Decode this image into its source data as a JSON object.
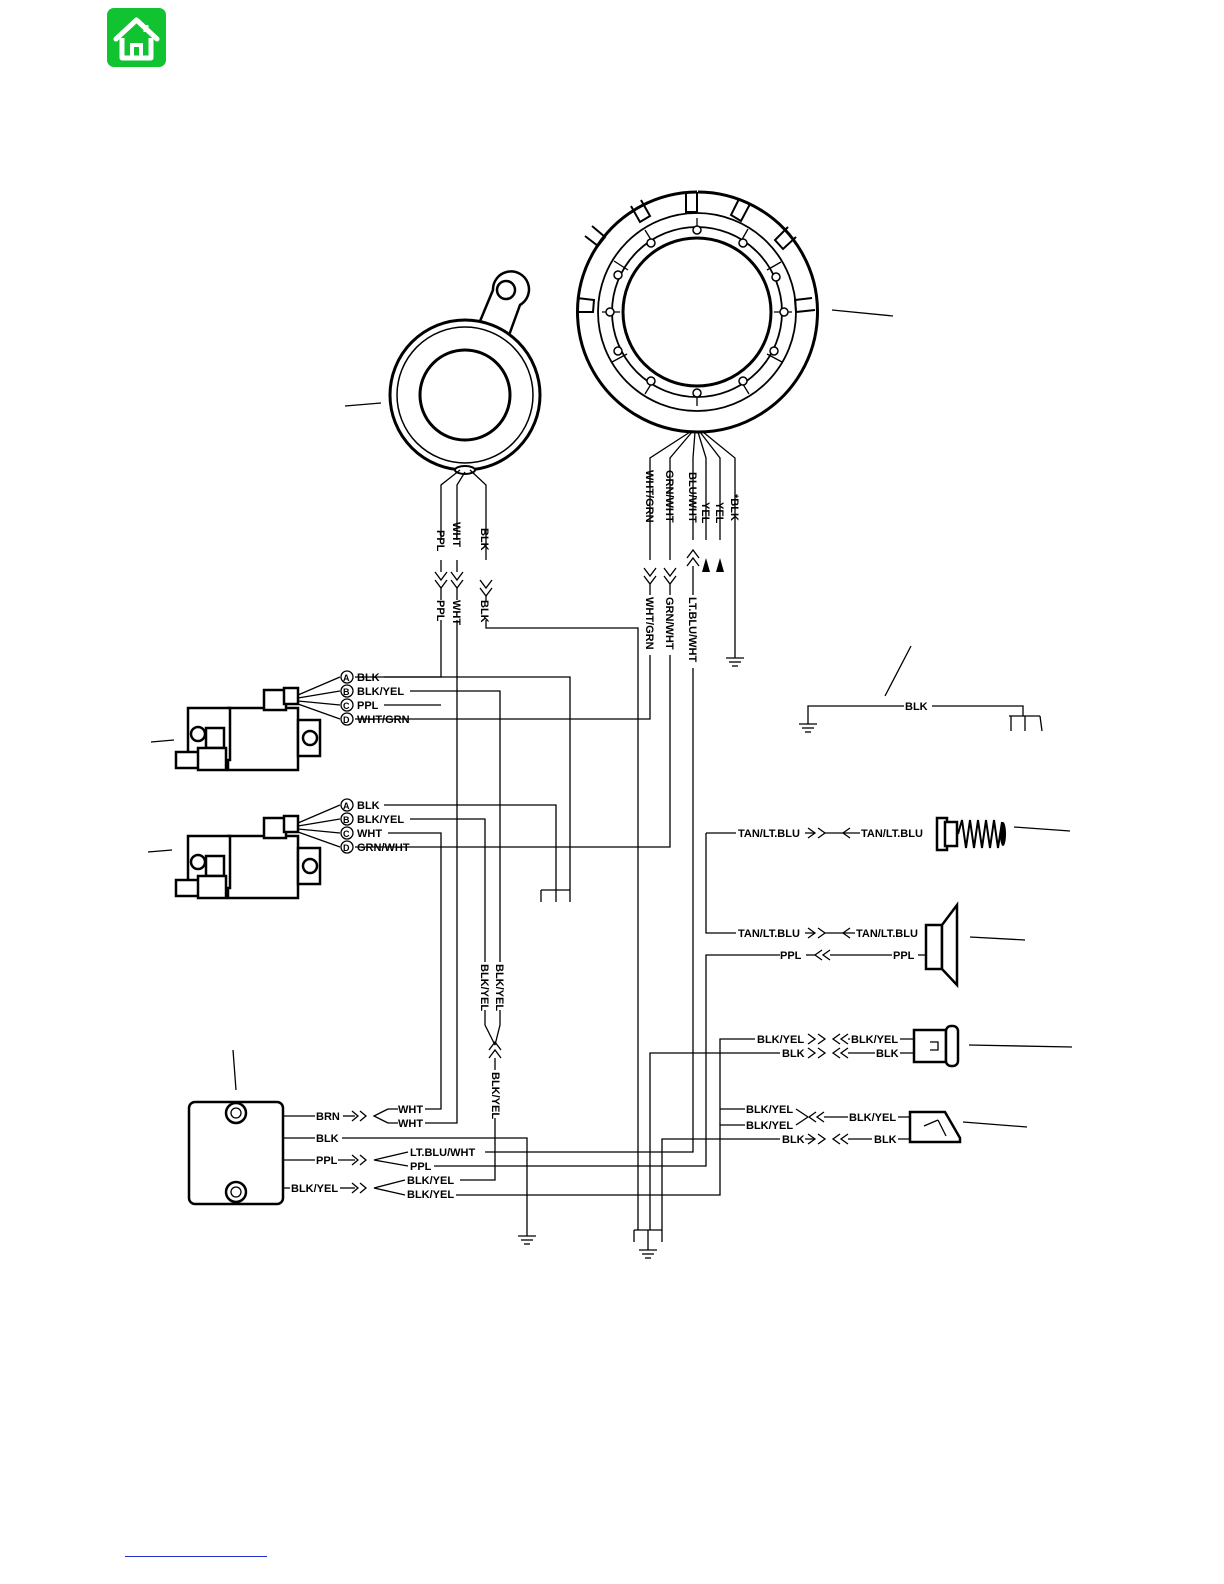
{
  "header": {
    "home_icon": "home-icon",
    "home_color": "#11c331"
  },
  "wire_colors": {
    "blk": "BLK",
    "blk_yel": "BLK/YEL",
    "ppl": "PPL",
    "wht": "WHT",
    "wht_grn": "WHT/GRN",
    "grn_wht": "GRN/WHT",
    "blu_wht": "BLU/WHT",
    "yel": "YEL",
    "lt_blu_wht": "LT.BLU/WHT",
    "tan_lt_blu": "TAN/LT.BLU",
    "brn": "BRN"
  },
  "connector_pins": {
    "a": "A",
    "b": "B",
    "c": "C",
    "d": "D"
  },
  "labels": {
    "stator_blk": "*BLK"
  }
}
